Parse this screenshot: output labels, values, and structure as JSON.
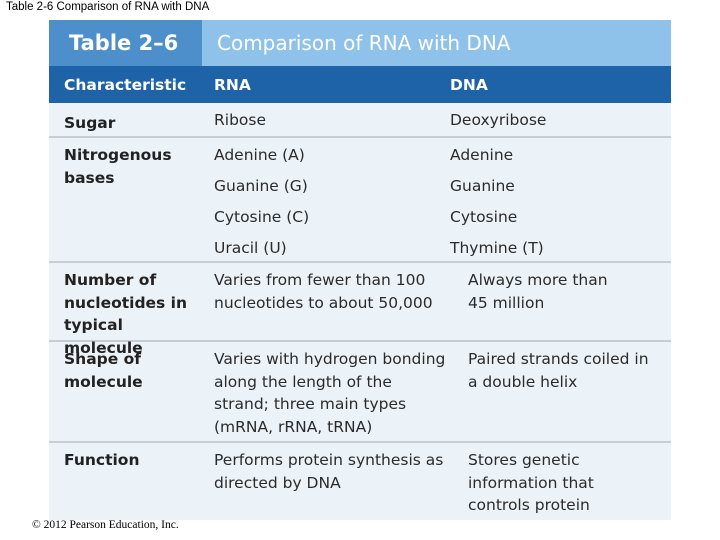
{
  "caption": "Table 2-6 Comparison of RNA with DNA",
  "table": {
    "number": "Table 2–6",
    "title": "Comparison of RNA with DNA",
    "headers": [
      "Characteristic",
      "RNA",
      "DNA"
    ],
    "rows": [
      {
        "characteristic": "Sugar",
        "rna": [
          "Ribose"
        ],
        "dna": [
          "Deoxyribose"
        ]
      },
      {
        "characteristic": "Nitrogenous bases",
        "rna": [
          "Adenine (A)",
          "Guanine (G)",
          "Cytosine (C)",
          "Uracil (U)"
        ],
        "dna": [
          "Adenine",
          "Guanine",
          "Cytosine",
          "Thymine (T)"
        ]
      },
      {
        "characteristic": "Number of nucleotides in typical molecule",
        "rna": "Varies from fewer than 100 nucleotides to about 50,000",
        "dna": "Always more than 45 million"
      },
      {
        "characteristic": "Shape of molecule",
        "rna": "Varies with hydrogen bonding along the length of the strand; three main types (mRNA, rRNA, tRNA)",
        "dna": "Paired strands coiled in a double helix"
      },
      {
        "characteristic": "Function",
        "rna": "Performs protein synthesis as directed by DNA",
        "dna": "Stores genetic information that controls protein synthesis"
      }
    ]
  },
  "footer": "© 2012 Pearson Education, Inc.",
  "colors": {
    "title_dark": "#4d8fcb",
    "title_light": "#8fc2ea",
    "header_bg": "#1e62a8",
    "body_bg": "#ebf2f8"
  }
}
